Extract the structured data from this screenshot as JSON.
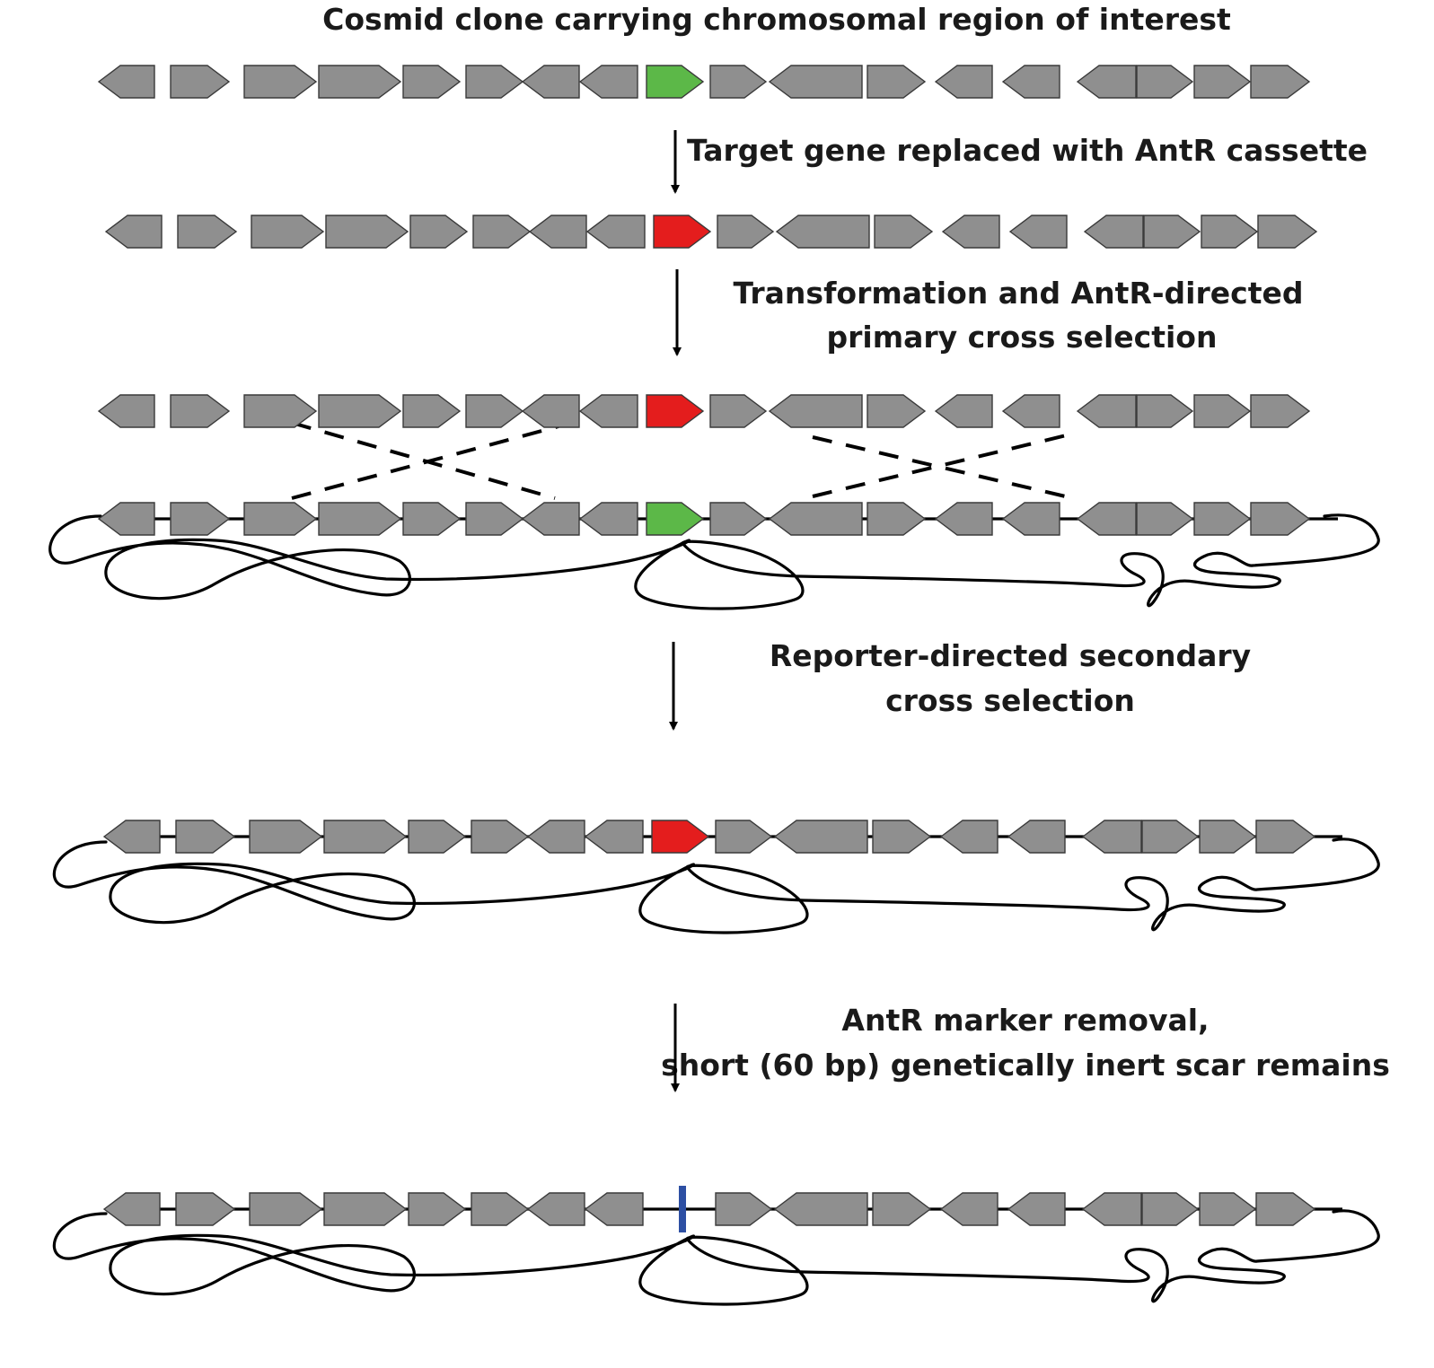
{
  "labels": {
    "title": "Cosmid clone carrying chromosomal region of interest",
    "step1": "Target gene replaced with AntR cassette",
    "step2_line1": "Transformation and AntR-directed",
    "step2_line2": "primary cross selection",
    "step3_line1": "Reporter-directed secondary",
    "step3_line2": "cross selection",
    "step4_line1": "AntR marker removal,",
    "step4_line2": "short (60 bp) genetically inert scar remains"
  },
  "colors": {
    "gene": "#8f8f8f",
    "target_gene": "#5cb848",
    "antr_cassette": "#e41d1d",
    "scar": "#2d4fa3",
    "cell_outline": "#3c51a3"
  }
}
